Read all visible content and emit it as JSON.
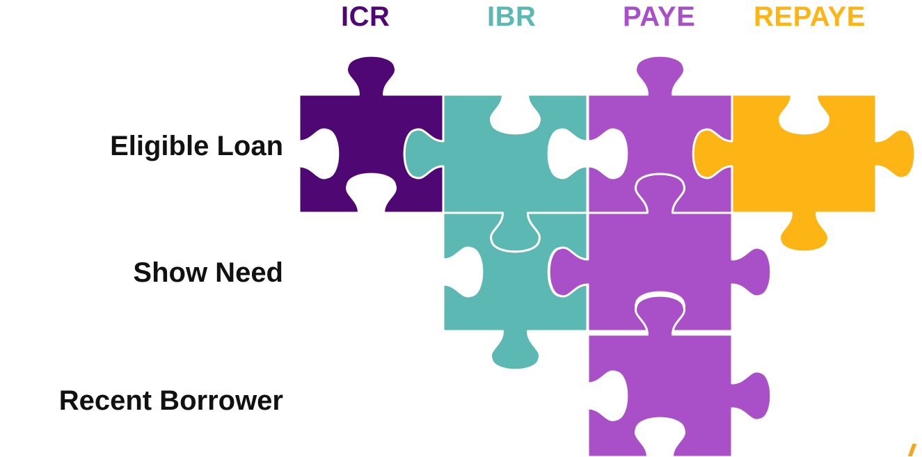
{
  "columns": [
    {
      "label": "ICR",
      "color": "#4f0873"
    },
    {
      "label": "IBR",
      "color": "#5cb8b2"
    },
    {
      "label": "PAYE",
      "color": "#a94fc7"
    },
    {
      "label": "REPAYE",
      "color": "#fdb515"
    }
  ],
  "rows": [
    {
      "label": "Eligible Loan"
    },
    {
      "label": "Show Need"
    },
    {
      "label": "Recent Borrower"
    }
  ],
  "pieces": [
    {
      "column": "ICR",
      "row": "Eligible Loan",
      "color": "#4f0873"
    },
    {
      "column": "IBR",
      "row": "Eligible Loan",
      "color": "#5cb8b2"
    },
    {
      "column": "IBR",
      "row": "Show Need",
      "color": "#5cb8b2"
    },
    {
      "column": "PAYE",
      "row": "Eligible Loan",
      "color": "#a94fc7"
    },
    {
      "column": "PAYE",
      "row": "Show Need",
      "color": "#a94fc7"
    },
    {
      "column": "PAYE",
      "row": "Recent Borrower",
      "color": "#a94fc7"
    },
    {
      "column": "REPAYE",
      "row": "Eligible Loan",
      "color": "#fdb515"
    }
  ],
  "accent": "#f5a623"
}
